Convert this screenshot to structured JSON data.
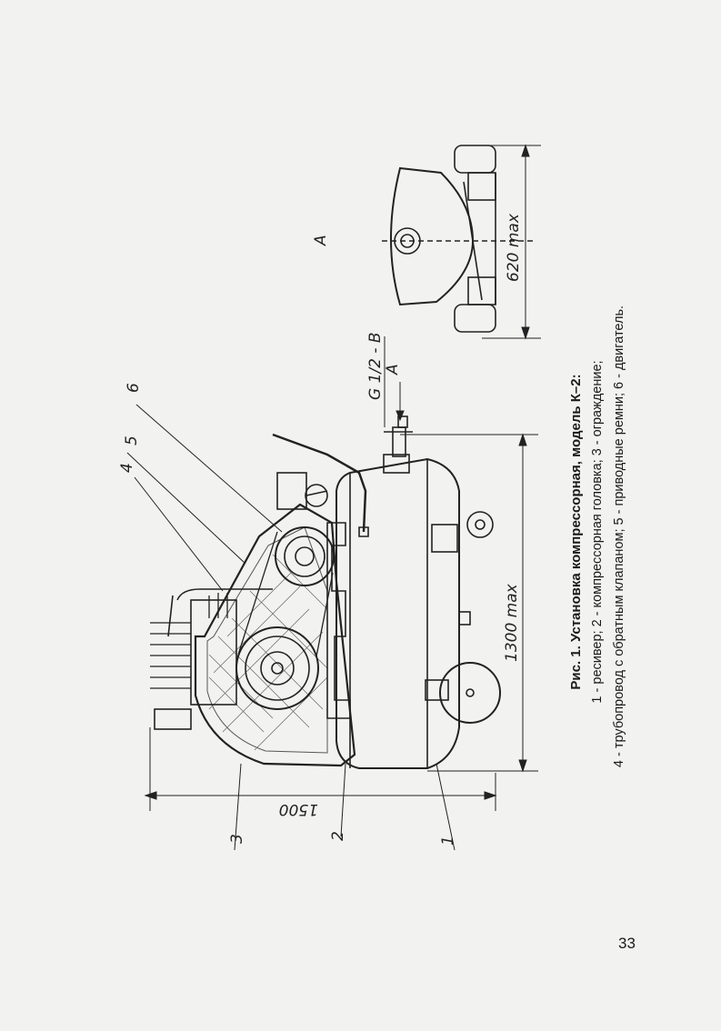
{
  "caption": {
    "title": "Рис. 1. Установка компрессорная, модель К–2:",
    "line1": "1 - ресивер; 2 - компрессорная головка; 3 - ограждение;",
    "line2": "4 - трубопровод с обратным клапаном; 5 - приводные ремни; 6 - двигатель."
  },
  "page_number": "33",
  "drawing": {
    "view_label": "А",
    "arrow_label": "А",
    "thread_label": "G 1/2 - B",
    "dim_height": "1500",
    "dim_length": "1300 max",
    "dim_width": "620 max",
    "callouts": [
      "1",
      "2",
      "3",
      "4",
      "5",
      "6"
    ]
  }
}
